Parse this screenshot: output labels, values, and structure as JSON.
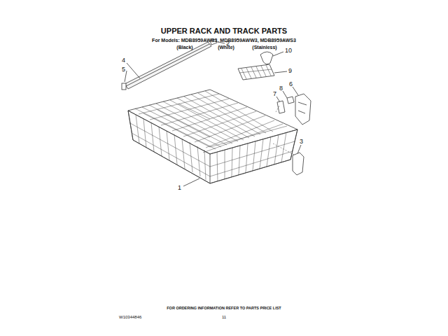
{
  "diagram": {
    "title": "UPPER RACK AND TRACK PARTS",
    "labels": [
      "For Models: MDB8959AWB3, MDB8959AWW3, MDB8959AWS3",
      "(Black)",
      "(White)",
      "(Stainless)",
      "2",
      "4",
      "5",
      "10",
      "9",
      "6",
      "8",
      "7",
      "3",
      "1",
      "FOR ORDERING INFORMATION REFER TO PARTS PRICE LIST",
      "W10344846",
      "11"
    ]
  }
}
